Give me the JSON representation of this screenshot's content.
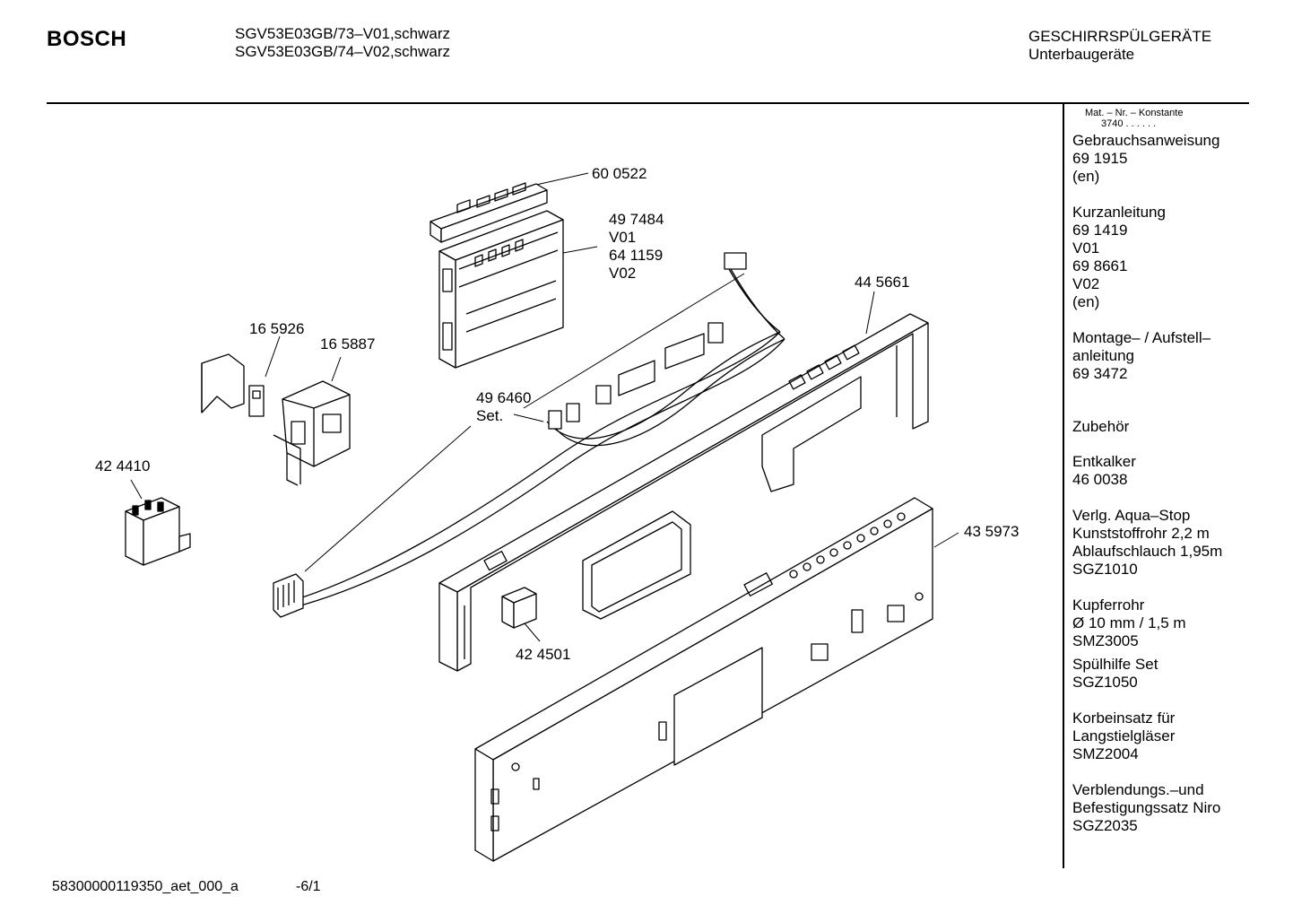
{
  "header": {
    "brand": "BOSCH",
    "model_line_1": "SGV53E03GB/73–V01,schwarz",
    "model_line_2": "SGV53E03GB/74–V02,schwarz",
    "category": "GESCHIRRSPÜLGERÄTE",
    "subcategory": "Unterbaugeräte"
  },
  "sidebar": {
    "mat_label": "Mat. – Nr. – Konstante",
    "mat_value": "3740  .  .  .  .  .  .",
    "entries": [
      "Gebrauchsanweisung\n69 1915\n(en)",
      "Kurzanleitung\n69 1419\nV01\n69 8661\nV02\n(en)",
      "Montage– / Aufstell–\nanleitung\n69 3472",
      "Zubehör",
      "Entkalker\n46 0038",
      "Verlg. Aqua–Stop\nKunststoffrohr 2,2 m\nAblaufschlauch 1,95m\nSGZ1010",
      "Kupferrohr\nØ 10 mm / 1,5 m\nSMZ3005",
      "Spülhilfe Set\nSGZ1050",
      "Korbeinsatz für\nLangstielgläser\nSMZ2004",
      "Verblendungs.–und\nBefestigungssatz Niro\nSGZ2035"
    ]
  },
  "parts": {
    "p600522": "60 0522",
    "p497484": "49 7484",
    "p497484_v": "V01",
    "p641159": "64 1159",
    "p641159_v": "V02",
    "p445661": "44 5661",
    "p165926": "16 5926",
    "p165887": "16 5887",
    "p496460": "49 6460",
    "p496460_s": "Set.",
    "p424410": "42 4410",
    "p435973": "43 5973",
    "p424501": "42 4501"
  },
  "footer": {
    "doc_id": "58300000119350_aet_000_a",
    "page": "-6/1"
  }
}
